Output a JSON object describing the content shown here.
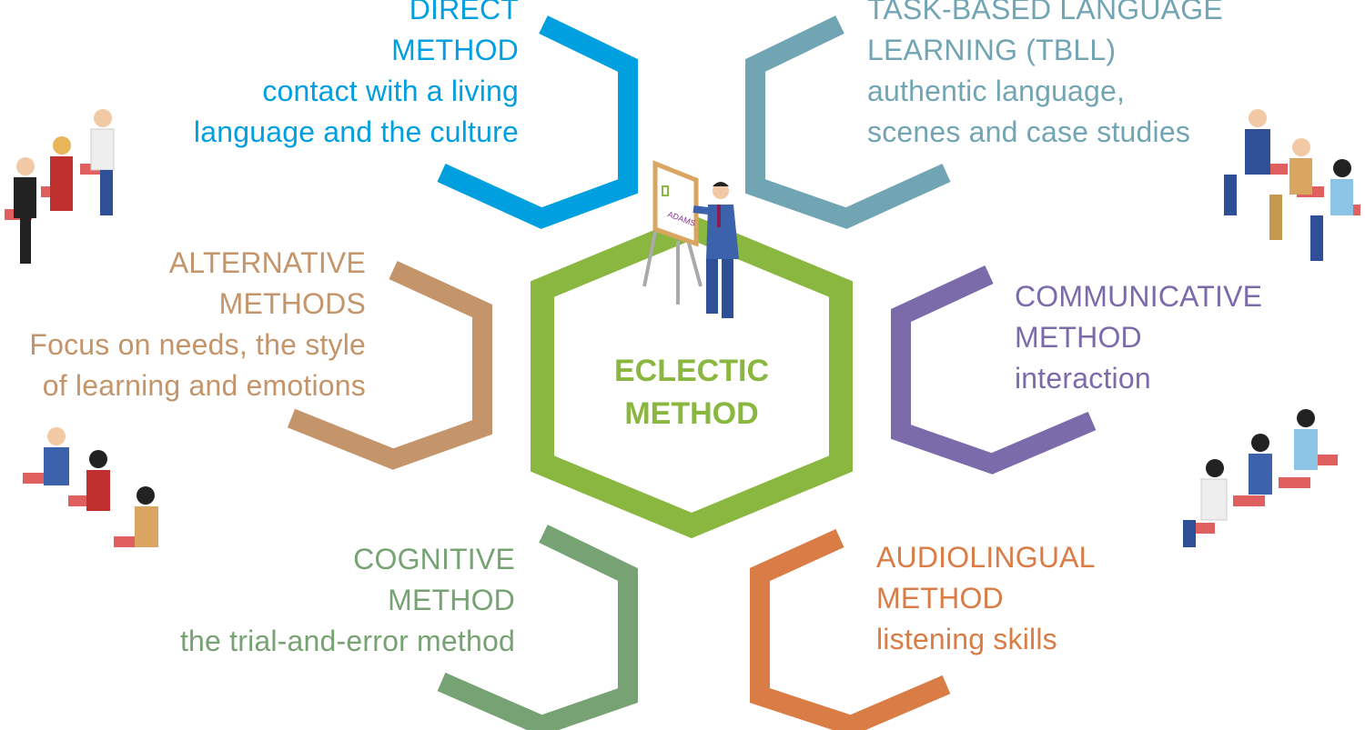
{
  "center": {
    "title_line1": "ECLECTIC",
    "title_line2": "METHOD",
    "color": "#8ab73f"
  },
  "easel_logo": "ADAMS",
  "methods": [
    {
      "id": "direct",
      "title_line1": "DIRECT",
      "title_line2": "METHOD",
      "desc_line1": "contact with a living",
      "desc_line2": "language and the culture",
      "color": "#009fdf"
    },
    {
      "id": "tbll",
      "title_line1": "TASK-BASED LANGUAGE",
      "title_line2": "LEARNING (TBLL)",
      "desc_line1": "authentic language,",
      "desc_line2": "scenes and case studies",
      "color": "#72a5b3"
    },
    {
      "id": "alternative",
      "title_line1": "ALTERNATIVE",
      "title_line2": "METHODS",
      "desc_line1": "Focus on needs, the style",
      "desc_line2": "of learning and emotions",
      "color": "#c4946a"
    },
    {
      "id": "communicative",
      "title_line1": "COMMUNICATIVE",
      "title_line2": "METHOD",
      "desc_line1": "interaction",
      "color": "#7b6bab"
    },
    {
      "id": "cognitive",
      "title_line1": "COGNITIVE",
      "title_line2": "METHOD",
      "desc_line1": "the trial-and-error method",
      "color": "#77a273"
    },
    {
      "id": "audiolingual",
      "title_line1": "AUDIOLINGUAL",
      "title_line2": "METHOD",
      "desc_line1": "listening skills",
      "color": "#d97c45"
    }
  ]
}
